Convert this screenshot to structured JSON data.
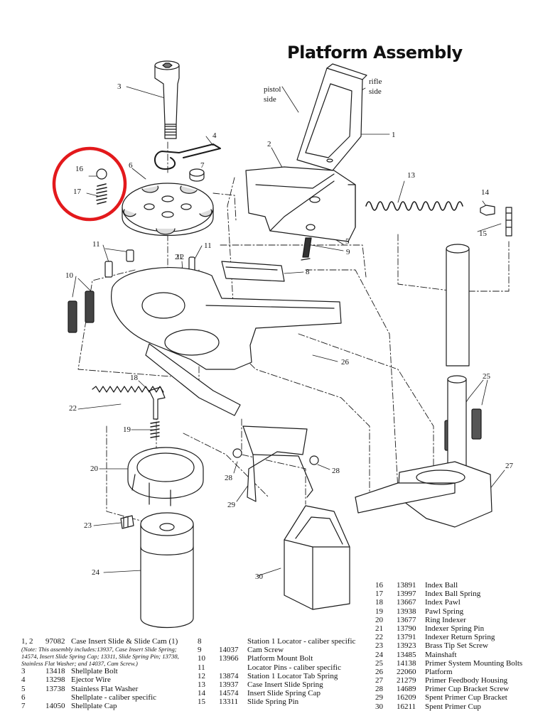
{
  "title": "Platform Assembly",
  "side_labels": {
    "pistol": "pistol\nside",
    "rifle": "rifle\nside"
  },
  "callouts": [
    "1",
    "2",
    "3",
    "4",
    "5",
    "6",
    "7",
    "8",
    "9",
    "10",
    "11",
    "11",
    "12",
    "13",
    "14",
    "15",
    "16",
    "17",
    "18",
    "19",
    "20",
    "21",
    "22",
    "23",
    "24",
    "25",
    "26",
    "27",
    "28",
    "28",
    "29",
    "30"
  ],
  "parts_left": [
    {
      "ref": "1, 2",
      "num": "97082",
      "desc": "Case Insert Slide & Slide Cam (1)"
    },
    {
      "ref": "3",
      "num": "13418",
      "desc": "Shellplate Bolt"
    },
    {
      "ref": "4",
      "num": "13298",
      "desc": "Ejector Wire"
    },
    {
      "ref": "5",
      "num": "13738",
      "desc": "Stainless Flat Washer"
    },
    {
      "ref": "6",
      "num": "",
      "desc": "Shellplate - caliber specific"
    },
    {
      "ref": "7",
      "num": "14050",
      "desc": "Shellplate Cap"
    }
  ],
  "parts_left_note": "(Note: This assembly includes:13937, Case Insert Slide Spring; 14574, Insert Slide Spring Cap; 13311, Slide Spring Pin; 13738, Stainless Flat Washer; and 14037, Cam Screw.)",
  "parts_mid": [
    {
      "ref": "8",
      "num": "",
      "desc": "Station 1 Locator - caliber specific"
    },
    {
      "ref": "9",
      "num": "14037",
      "desc": "Cam Screw"
    },
    {
      "ref": "10",
      "num": "13966",
      "desc": "Platform Mount Bolt"
    },
    {
      "ref": "11",
      "num": "",
      "desc": "Locator Pins  - caliber specific"
    },
    {
      "ref": "12",
      "num": "13874",
      "desc": "Station 1 Locator Tab Spring"
    },
    {
      "ref": "13",
      "num": "13937",
      "desc": "Case Insert Slide Spring"
    },
    {
      "ref": "14",
      "num": "14574",
      "desc": "Insert Slide Spring Cap"
    },
    {
      "ref": "15",
      "num": "13311",
      "desc": "Slide Spring Pin"
    }
  ],
  "parts_right": [
    {
      "ref": "16",
      "num": "13891",
      "desc": "Index Ball"
    },
    {
      "ref": "17",
      "num": "13997",
      "desc": "Index Ball Spring"
    },
    {
      "ref": "18",
      "num": "13667",
      "desc": "Index Pawl"
    },
    {
      "ref": "19",
      "num": "13938",
      "desc": "Pawl Spring"
    },
    {
      "ref": "20",
      "num": "13677",
      "desc": "Ring Indexer"
    },
    {
      "ref": "21",
      "num": "13790",
      "desc": "Indexer Spring Pin"
    },
    {
      "ref": "22",
      "num": "13791",
      "desc": "Indexer Return Spring"
    },
    {
      "ref": "23",
      "num": "13923",
      "desc": "Brass Tip Set Screw"
    },
    {
      "ref": "24",
      "num": "13485",
      "desc": "Mainshaft"
    },
    {
      "ref": "25",
      "num": "14138",
      "desc": "Primer System Mounting Bolts"
    },
    {
      "ref": "26",
      "num": "22060",
      "desc": "Platform"
    },
    {
      "ref": "27",
      "num": "21279",
      "desc": "Primer Feedbody Housing"
    },
    {
      "ref": "28",
      "num": "14689",
      "desc": "Primer Cup Bracket Screw"
    },
    {
      "ref": "29",
      "num": "16209",
      "desc": "Spent Primer Cup Bracket"
    },
    {
      "ref": "30",
      "num": "16211",
      "desc": "Spent Primer Cup"
    }
  ],
  "colors": {
    "line": "#1a1a1a",
    "highlight": "#e3191c",
    "fill": "#ffffff",
    "shade": "#d9d9d9"
  }
}
